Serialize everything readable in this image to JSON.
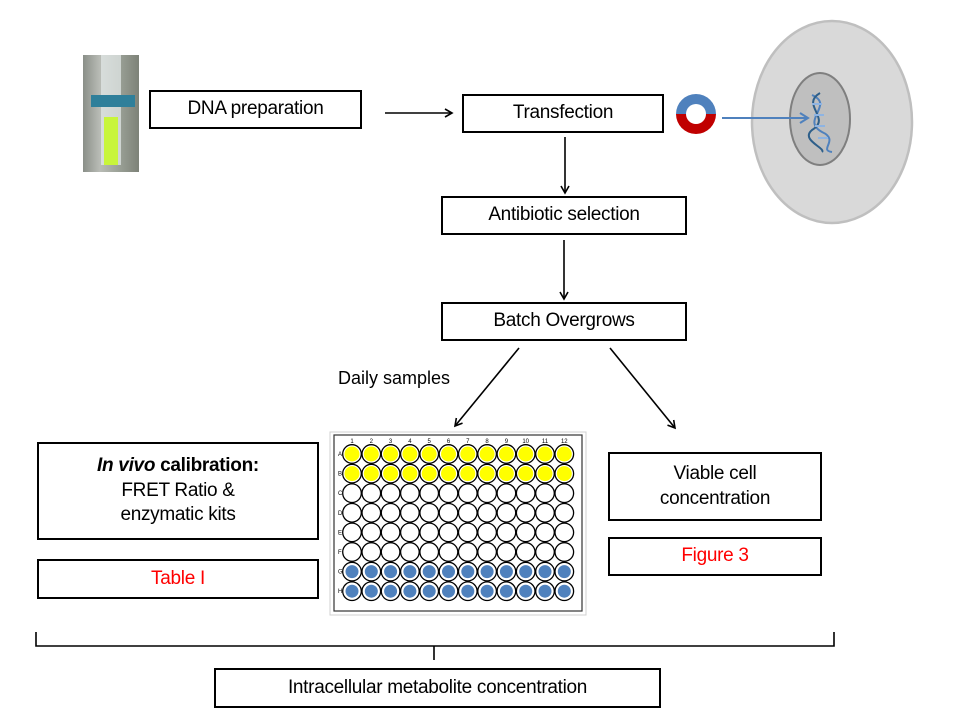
{
  "steps": {
    "dna_preparation": "DNA preparation",
    "transfection": "Transfection",
    "antibiotic_selection": "Antibiotic selection",
    "batch_overgrows": "Batch Overgrows",
    "daily_samples": "Daily samples",
    "calibration": {
      "italic": "In vivo",
      "bold_rest": " calibration:",
      "line2": "FRET Ratio &",
      "line3": "enzymatic kits"
    },
    "table_ref": "Table I",
    "viable_cell": {
      "line1": "Viable cell",
      "line2": "concentration"
    },
    "figure_ref": "Figure 3",
    "final": "Intracellular metabolite concentration"
  },
  "plate": {
    "columns": [
      "1",
      "2",
      "3",
      "4",
      "5",
      "6",
      "7",
      "8",
      "9",
      "10",
      "11",
      "12"
    ],
    "rows": [
      "A",
      "B",
      "C",
      "D",
      "E",
      "F",
      "G",
      "H"
    ],
    "row_fill": [
      "yellow",
      "yellow",
      "empty",
      "empty",
      "empty",
      "empty",
      "blue",
      "blue"
    ]
  },
  "colors": {
    "yellow_well": "#ffff00",
    "blue_well": "#4f81bd",
    "plasmid_top": "#4f81bd",
    "plasmid_bottom": "#c00000",
    "cell": "#d9d9d9",
    "nucleus": "#bfbfbf",
    "reference_text": "#ff0000",
    "arrow_blue": "#4f81bd"
  }
}
